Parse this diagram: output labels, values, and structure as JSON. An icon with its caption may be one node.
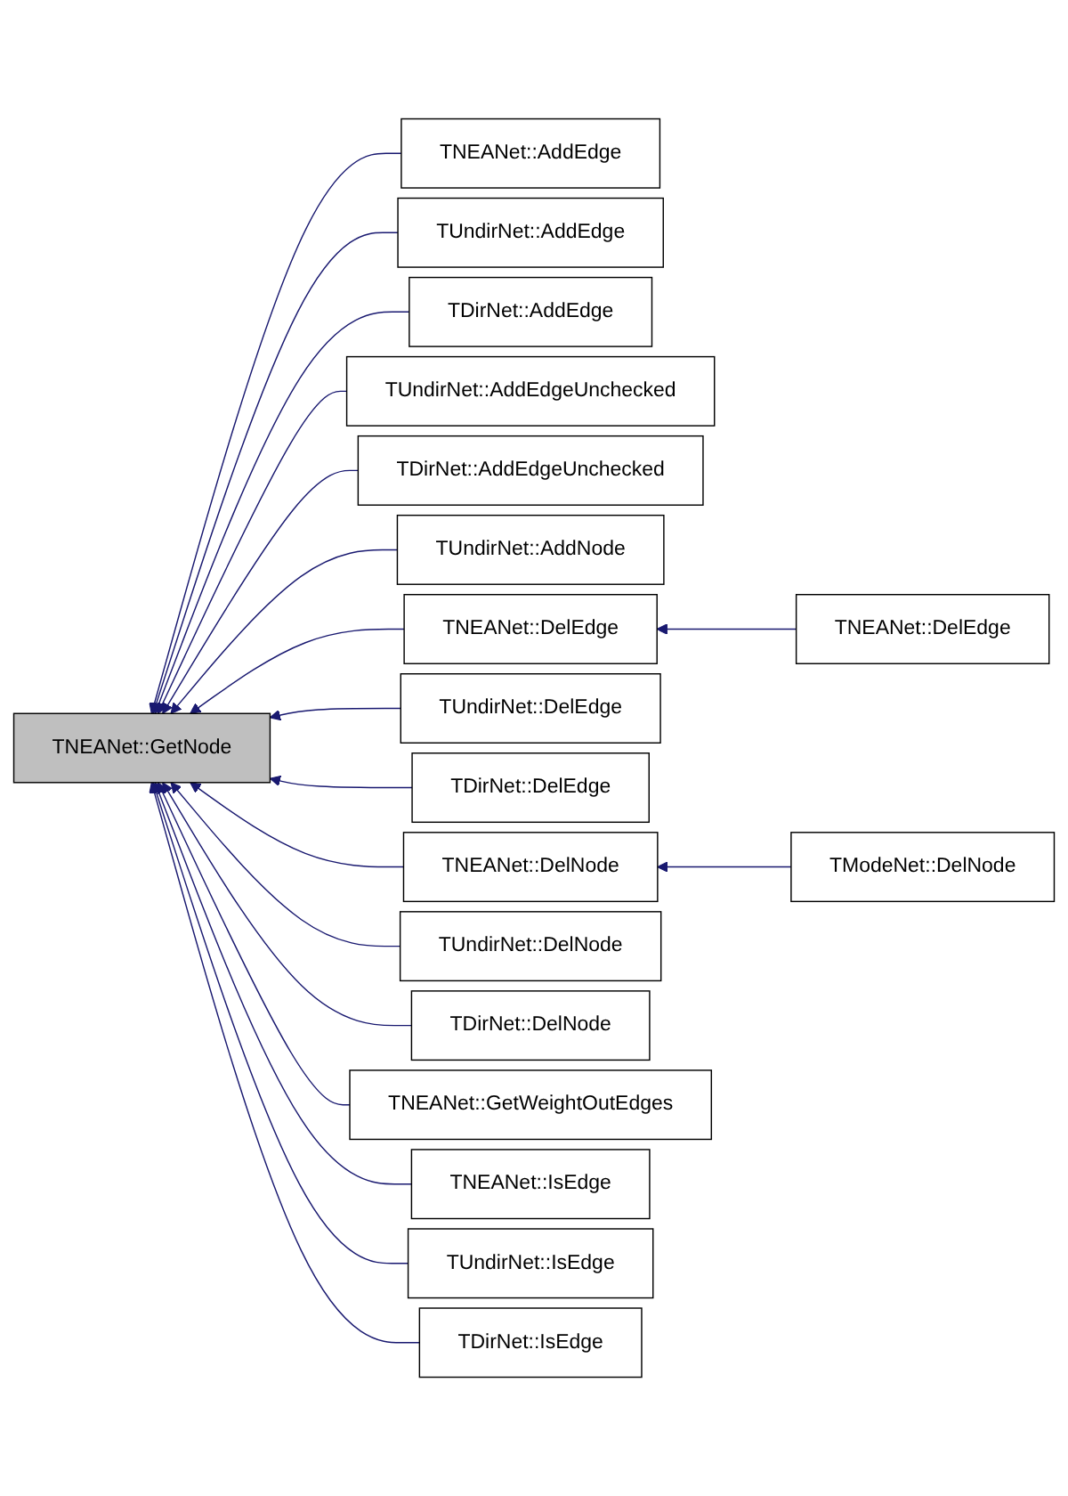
{
  "diagram": {
    "nodes": [
      {
        "text": [
          "TNEANet::GetNode"
        ]
      },
      {
        "text": [
          "TNEANet::AddEdge"
        ]
      },
      {
        "text": [
          "TUndirNet::AddEdge"
        ]
      },
      {
        "text": [
          "TDirNet::AddEdge"
        ]
      },
      {
        "text": [
          "TUndirNet::AddEdgeUnchecked"
        ]
      },
      {
        "text": [
          "TDirNet::AddEdgeUnchecked"
        ]
      },
      {
        "text": [
          "TUndirNet::AddNode"
        ]
      },
      {
        "text": [
          "TNEANet::DelEdge"
        ]
      },
      {
        "text": [
          "TNEANet::DelEdge"
        ]
      },
      {
        "text": [
          "TUndirNet::DelEdge"
        ]
      },
      {
        "text": [
          "TDirNet::DelEdge"
        ]
      },
      {
        "text": [
          "TNEANet::DelNode"
        ]
      },
      {
        "text": [
          "TModeNet::DelNode"
        ]
      },
      {
        "text": [
          "TUndirNet::DelNode"
        ]
      },
      {
        "text": [
          "TDirNet::DelNode"
        ]
      },
      {
        "text": [
          "TNEANet::GetWeightOutEdges"
        ]
      },
      {
        "text": [
          "TNEANet::IsEdge"
        ]
      },
      {
        "text": [
          "TUndirNet::IsEdge"
        ]
      },
      {
        "text": [
          "TDirNet::IsEdge"
        ]
      }
    ],
    "edges": [
      {
        "from": 1,
        "to": 0,
        "arrow": "to"
      },
      {
        "from": 2,
        "to": 0,
        "arrow": "to"
      },
      {
        "from": 3,
        "to": 0,
        "arrow": "to"
      },
      {
        "from": 4,
        "to": 0,
        "arrow": "to"
      },
      {
        "from": 5,
        "to": 0,
        "arrow": "to"
      },
      {
        "from": 6,
        "to": 0,
        "arrow": "to"
      },
      {
        "from": 7,
        "to": 0,
        "arrow": "to"
      },
      {
        "from": 8,
        "to": 7,
        "arrow": "to"
      },
      {
        "from": 9,
        "to": 0,
        "arrow": "to"
      },
      {
        "from": 10,
        "to": 0,
        "arrow": "to"
      },
      {
        "from": 11,
        "to": 0,
        "arrow": "to"
      },
      {
        "from": 12,
        "to": 11,
        "arrow": "to"
      },
      {
        "from": 13,
        "to": 0,
        "arrow": "to"
      },
      {
        "from": 14,
        "to": 0,
        "arrow": "to"
      },
      {
        "from": 15,
        "to": 0,
        "arrow": "to"
      },
      {
        "from": 16,
        "to": 0,
        "arrow": "to"
      },
      {
        "from": 17,
        "to": 0,
        "arrow": "to"
      },
      {
        "from": 18,
        "to": 0,
        "arrow": "to"
      }
    ]
  }
}
